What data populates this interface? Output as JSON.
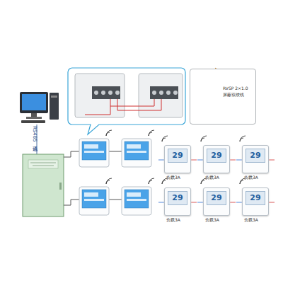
{
  "diagram": {
    "nodes": [
      {
        "text": [
          "RVSP 2×1.0",
          "屏蔽双绞线"
        ]
      },
      {
        "text": [
          "29"
        ]
      },
      {
        "text": [
          "29"
        ]
      },
      {
        "text": [
          "29"
        ]
      },
      {
        "text": [
          "29"
        ]
      },
      {
        "text": [
          "29"
        ]
      },
      {
        "text": [
          "29"
        ]
      }
    ],
    "labels": [
      "RS485通讯",
      "负载3A",
      "负载3A",
      "负载3A",
      "负载3A",
      "负载3A",
      "负载3A"
    ]
  }
}
